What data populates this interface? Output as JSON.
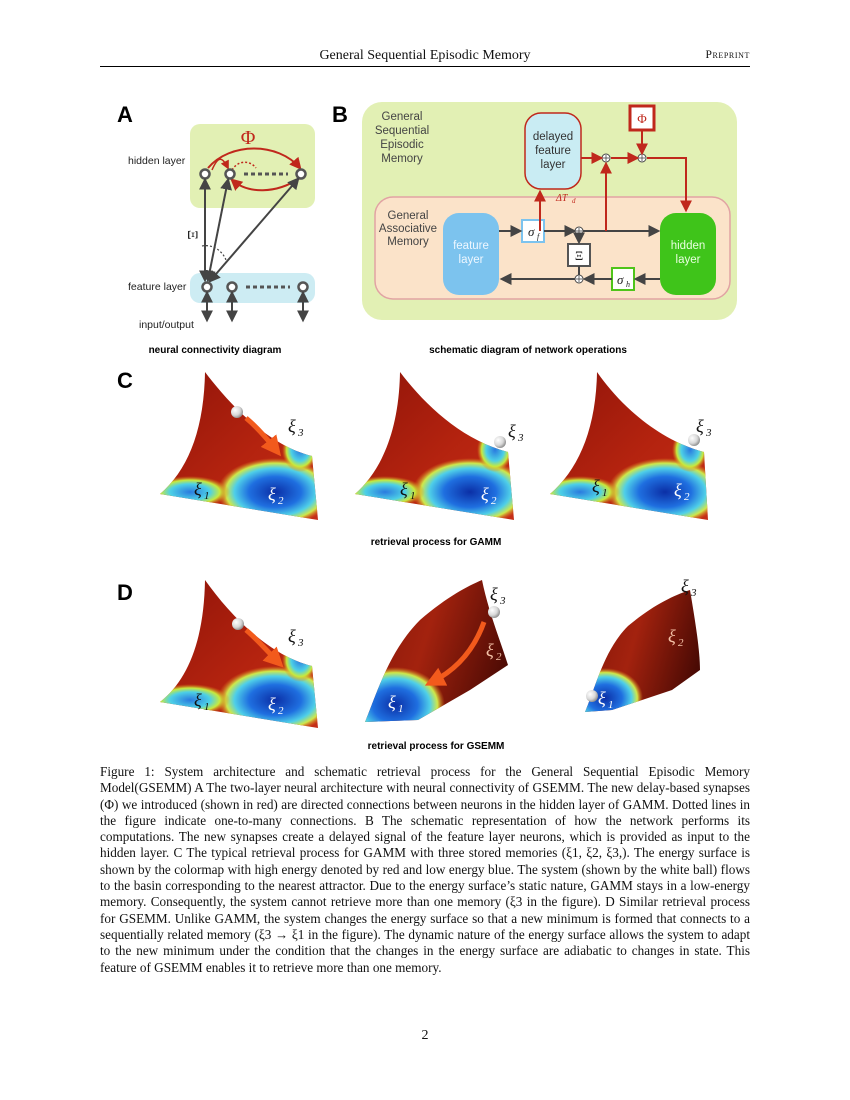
{
  "header": {
    "title": "General Sequential Episodic Memory",
    "right": "Preprint"
  },
  "panels": {
    "a": {
      "letter": "A",
      "phi": "Φ",
      "xi": "Ξ",
      "hidden_layer": "hidden layer",
      "feature_layer": "feature layer",
      "io": "input/output",
      "caption": "neural connectivity diagram"
    },
    "b": {
      "letter": "B",
      "gsem_line1": "General",
      "gsem_line2": "Sequential",
      "gsem_line3": "Episodic",
      "gsem_line4": "Memory",
      "gam_line1": "General",
      "gam_line2": "Associative",
      "gam_line3": "Memory",
      "delayed_line1": "delayed",
      "delayed_line2": "feature",
      "delayed_line3": "layer",
      "feature_line1": "feature",
      "feature_line2": "layer",
      "hidden_line1": "hidden",
      "hidden_line2": "layer",
      "phi": "Φ",
      "xi": "Ξ",
      "sigma_f": "σ",
      "sigma_f_sub": "f",
      "sigma_h": "σ",
      "sigma_h_sub": "h",
      "delta": "ΔT",
      "delta_sub": "d",
      "caption": "schematic diagram of network operations"
    },
    "c": {
      "letter": "C",
      "xi1": "ξ",
      "xi2": "ξ",
      "xi3": "ξ",
      "sub1": "1",
      "sub2": "2",
      "sub3": "3",
      "caption": "retrieval process for GAMM"
    },
    "d": {
      "letter": "D",
      "xi1": "ξ",
      "xi2": "ξ",
      "xi3": "ξ",
      "sub1": "1",
      "sub2": "2",
      "sub3": "3",
      "caption": "retrieval process for GSEMM"
    }
  },
  "caption_paragraphs": [
    "Figure 1:  System architecture and schematic retrieval process for the General Sequential Episodic Memory Model(GSEMM) A The two-layer neural architecture with neural connectivity of GSEMM. The new delay-based synapses (Φ) we introduced (shown in red) are directed connections between neurons in the hidden layer of GAMM. Dotted lines in the figure indicate one-to-many connections.  B The schematic representation of how the network performs its computations. The new synapses create a delayed signal of the feature layer neurons, which is provided as input to the hidden layer. C The typical retrieval process for GAMM with three stored memories (ξ1, ξ2, ξ3,). The energy surface is shown by the colormap with high energy denoted by red and low energy blue. The system (shown by the white ball) flows to the basin corresponding to the nearest attractor. Due to the energy surface’s static nature, GAMM stays in a low-energy memory. Consequently, the system cannot retrieve more than one memory (ξ3 in the figure). D Similar retrieval process for GSEMM. Unlike GAMM, the system changes the energy surface so that a new minimum is formed that connects to a sequentially related memory (ξ3 → ξ1 in the figure). The dynamic nature of the energy surface allows the system to adapt to the new minimum under the condition that the changes in the energy surface are adiabatic to changes in state. This feature of GSEMM enables it to retrieve more than one memory."
  ],
  "page_number": "2",
  "colors": {
    "red": "#c0281c",
    "green_bg": "#e2f0b4",
    "peach_bg": "#fbe3c9",
    "cyan": "#bfe6f2",
    "blue_box": "#7cc3ee",
    "green_box": "#3fc41a"
  }
}
